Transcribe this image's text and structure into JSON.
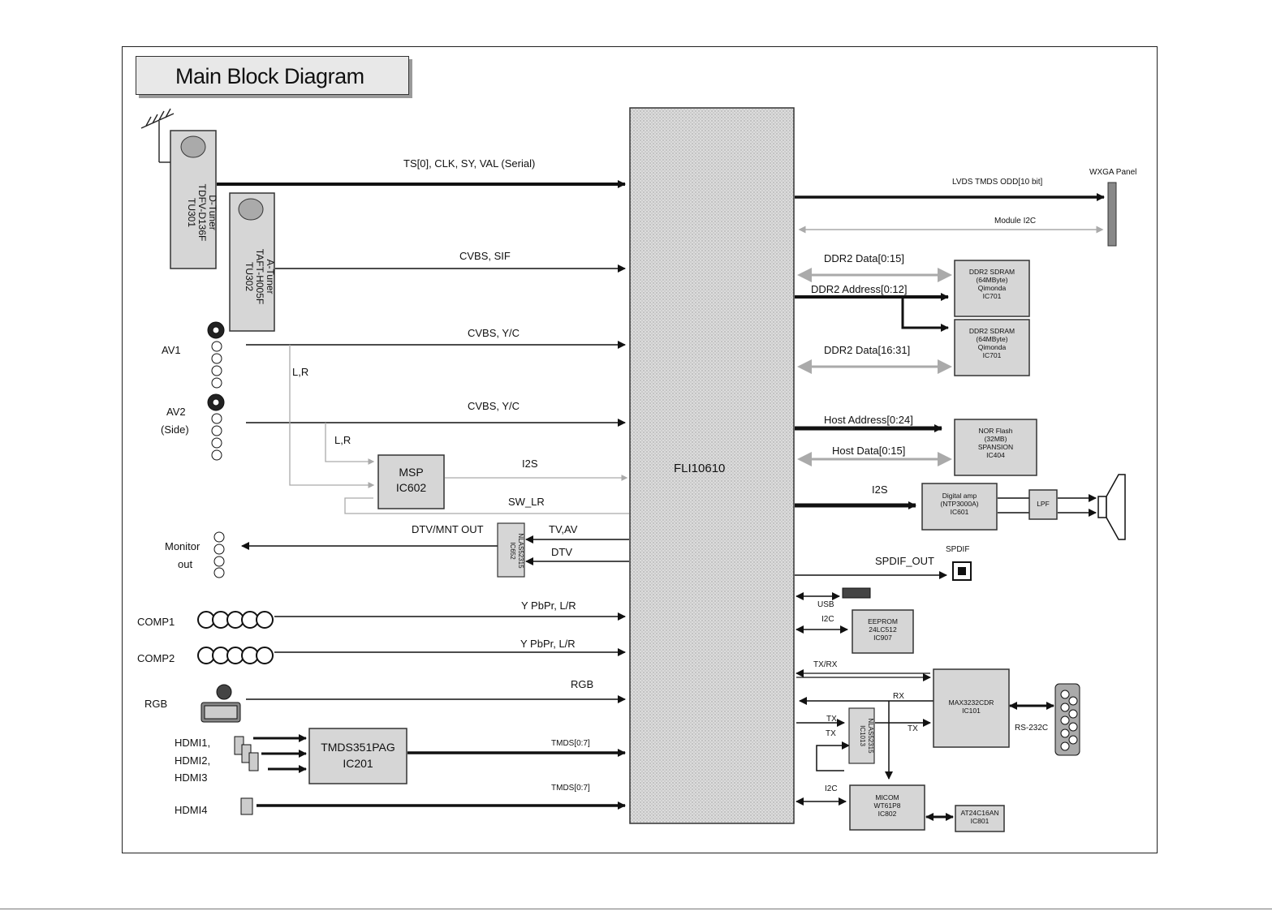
{
  "title": "Main Block Diagram",
  "main_chip": "FLI10610",
  "tuners": {
    "d_tuner": [
      "D-Tuner",
      "TDFV-D136F",
      "TU301"
    ],
    "a_tuner": [
      "A-Tuner",
      "TAFT-H005F",
      "TU302"
    ]
  },
  "inputs": {
    "av1": "AV1",
    "av2": "AV2",
    "av2_side": "(Side)",
    "monitor": "Monitor",
    "monitor_out": "out",
    "comp1": "COMP1",
    "comp2": "COMP2",
    "rgb": "RGB",
    "hdmi1": "HDMI1,",
    "hdmi2": "HDMI2,",
    "hdmi3": "HDMI3",
    "hdmi4": "HDMI4"
  },
  "signals": {
    "ts": "TS[0], CLK, SY, VAL (Serial)",
    "cvbs_sif": "CVBS, SIF",
    "cvbs_yc_1": "CVBS, Y/C",
    "lr_1": "L,R",
    "cvbs_yc_2": "CVBS, Y/C",
    "lr_2": "L,R",
    "i2s_msp": "I2S",
    "sw_lr": "SW_LR",
    "dtv_mnt_out": "DTV/MNT OUT",
    "tv_av": "TV,AV",
    "dtv": "DTV",
    "ypbpr_1": "Y PbPr, L/R",
    "ypbpr_2": "Y PbPr, L/R",
    "rgb_sig": "RGB",
    "tmds_1": "TMDS[0:7]",
    "tmds_2": "TMDS[0:7]",
    "lvds": "LVDS TMDS ODD[10 bit]",
    "module_i2c": "Module I2C",
    "ddr2_data_lo": "DDR2 Data[0:15]",
    "ddr2_addr": "DDR2 Address[0:12]",
    "ddr2_data_hi": "DDR2 Data[16:31]",
    "host_addr": "Host Address[0:24]",
    "host_data": "Host Data[0:15]",
    "i2s_amp": "I2S",
    "spdif_out": "SPDIF_OUT",
    "usb": "USB",
    "i2c_eeprom": "I2C",
    "tx_rx": "TX/RX",
    "rx": "RX",
    "tx_a": "TX",
    "tx_b": "TX",
    "tx_c": "TX",
    "i2c_micom": "I2C"
  },
  "blocks": {
    "msp": [
      "MSP",
      "IC602"
    ],
    "tmds351": [
      "TMDS351PAG",
      "IC201"
    ],
    "switch_av": "NLAS52315 IC652",
    "ddr_1": [
      "DDR2 SDRAM",
      "(64MByte)",
      "Qimonda",
      "IC701"
    ],
    "ddr_2": [
      "DDR2 SDRAM",
      "(64MByte)",
      "Qimonda",
      "IC701"
    ],
    "nor_flash": [
      "NOR Flash",
      "(32MB)",
      "SPANSION",
      "IC404"
    ],
    "digital_amp": [
      "Digital amp",
      "(NTP3000A)",
      "IC601"
    ],
    "lpf": "LPF",
    "eeprom": [
      "EEPROM",
      "24LC512",
      "IC907"
    ],
    "max3232": [
      "MAX3232CDR",
      "IC101"
    ],
    "switch_tx": "NLAS52315 IC1013",
    "micom": [
      "MICOM",
      "WT61P8",
      "IC802"
    ],
    "at24": [
      "AT24C16AN",
      "IC801"
    ]
  },
  "outputs": {
    "wxga_panel": "WXGA Panel",
    "spdif": "SPDIF",
    "rs232c": "RS-232C"
  }
}
